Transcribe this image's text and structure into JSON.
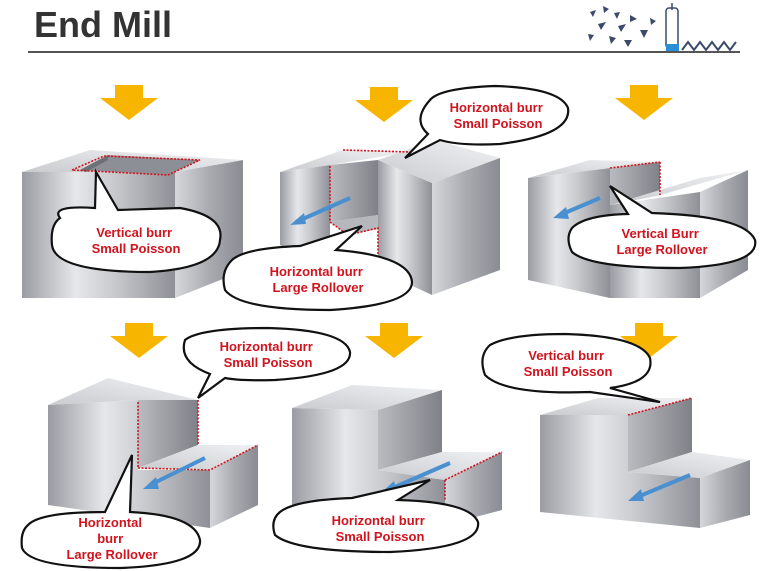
{
  "title": "End Mill",
  "colors": {
    "arrow": "#f7b500",
    "burr_edge": "#d0141e",
    "callout_text": "#d0141e",
    "feed_arrow": "#4a90d0"
  },
  "callouts": [
    {
      "lines": [
        "Vertical burr",
        "Small Poisson"
      ]
    },
    {
      "lines": [
        "Horizontal burr",
        "Small Poisson"
      ]
    },
    {
      "lines": [
        "Horizontal burr",
        "Large Rollover"
      ]
    },
    {
      "lines": [
        "Vertical Burr",
        "Large Rollover"
      ]
    },
    {
      "lines": [
        "Horizontal burr",
        "Small Poisson"
      ]
    },
    {
      "lines": [
        "Horizontal",
        "burr",
        "Large Rollover"
      ]
    },
    {
      "lines": [
        "Horizontal burr",
        "Small Poisson"
      ]
    },
    {
      "lines": [
        "Vertical burr",
        "Small Poisson"
      ]
    }
  ]
}
